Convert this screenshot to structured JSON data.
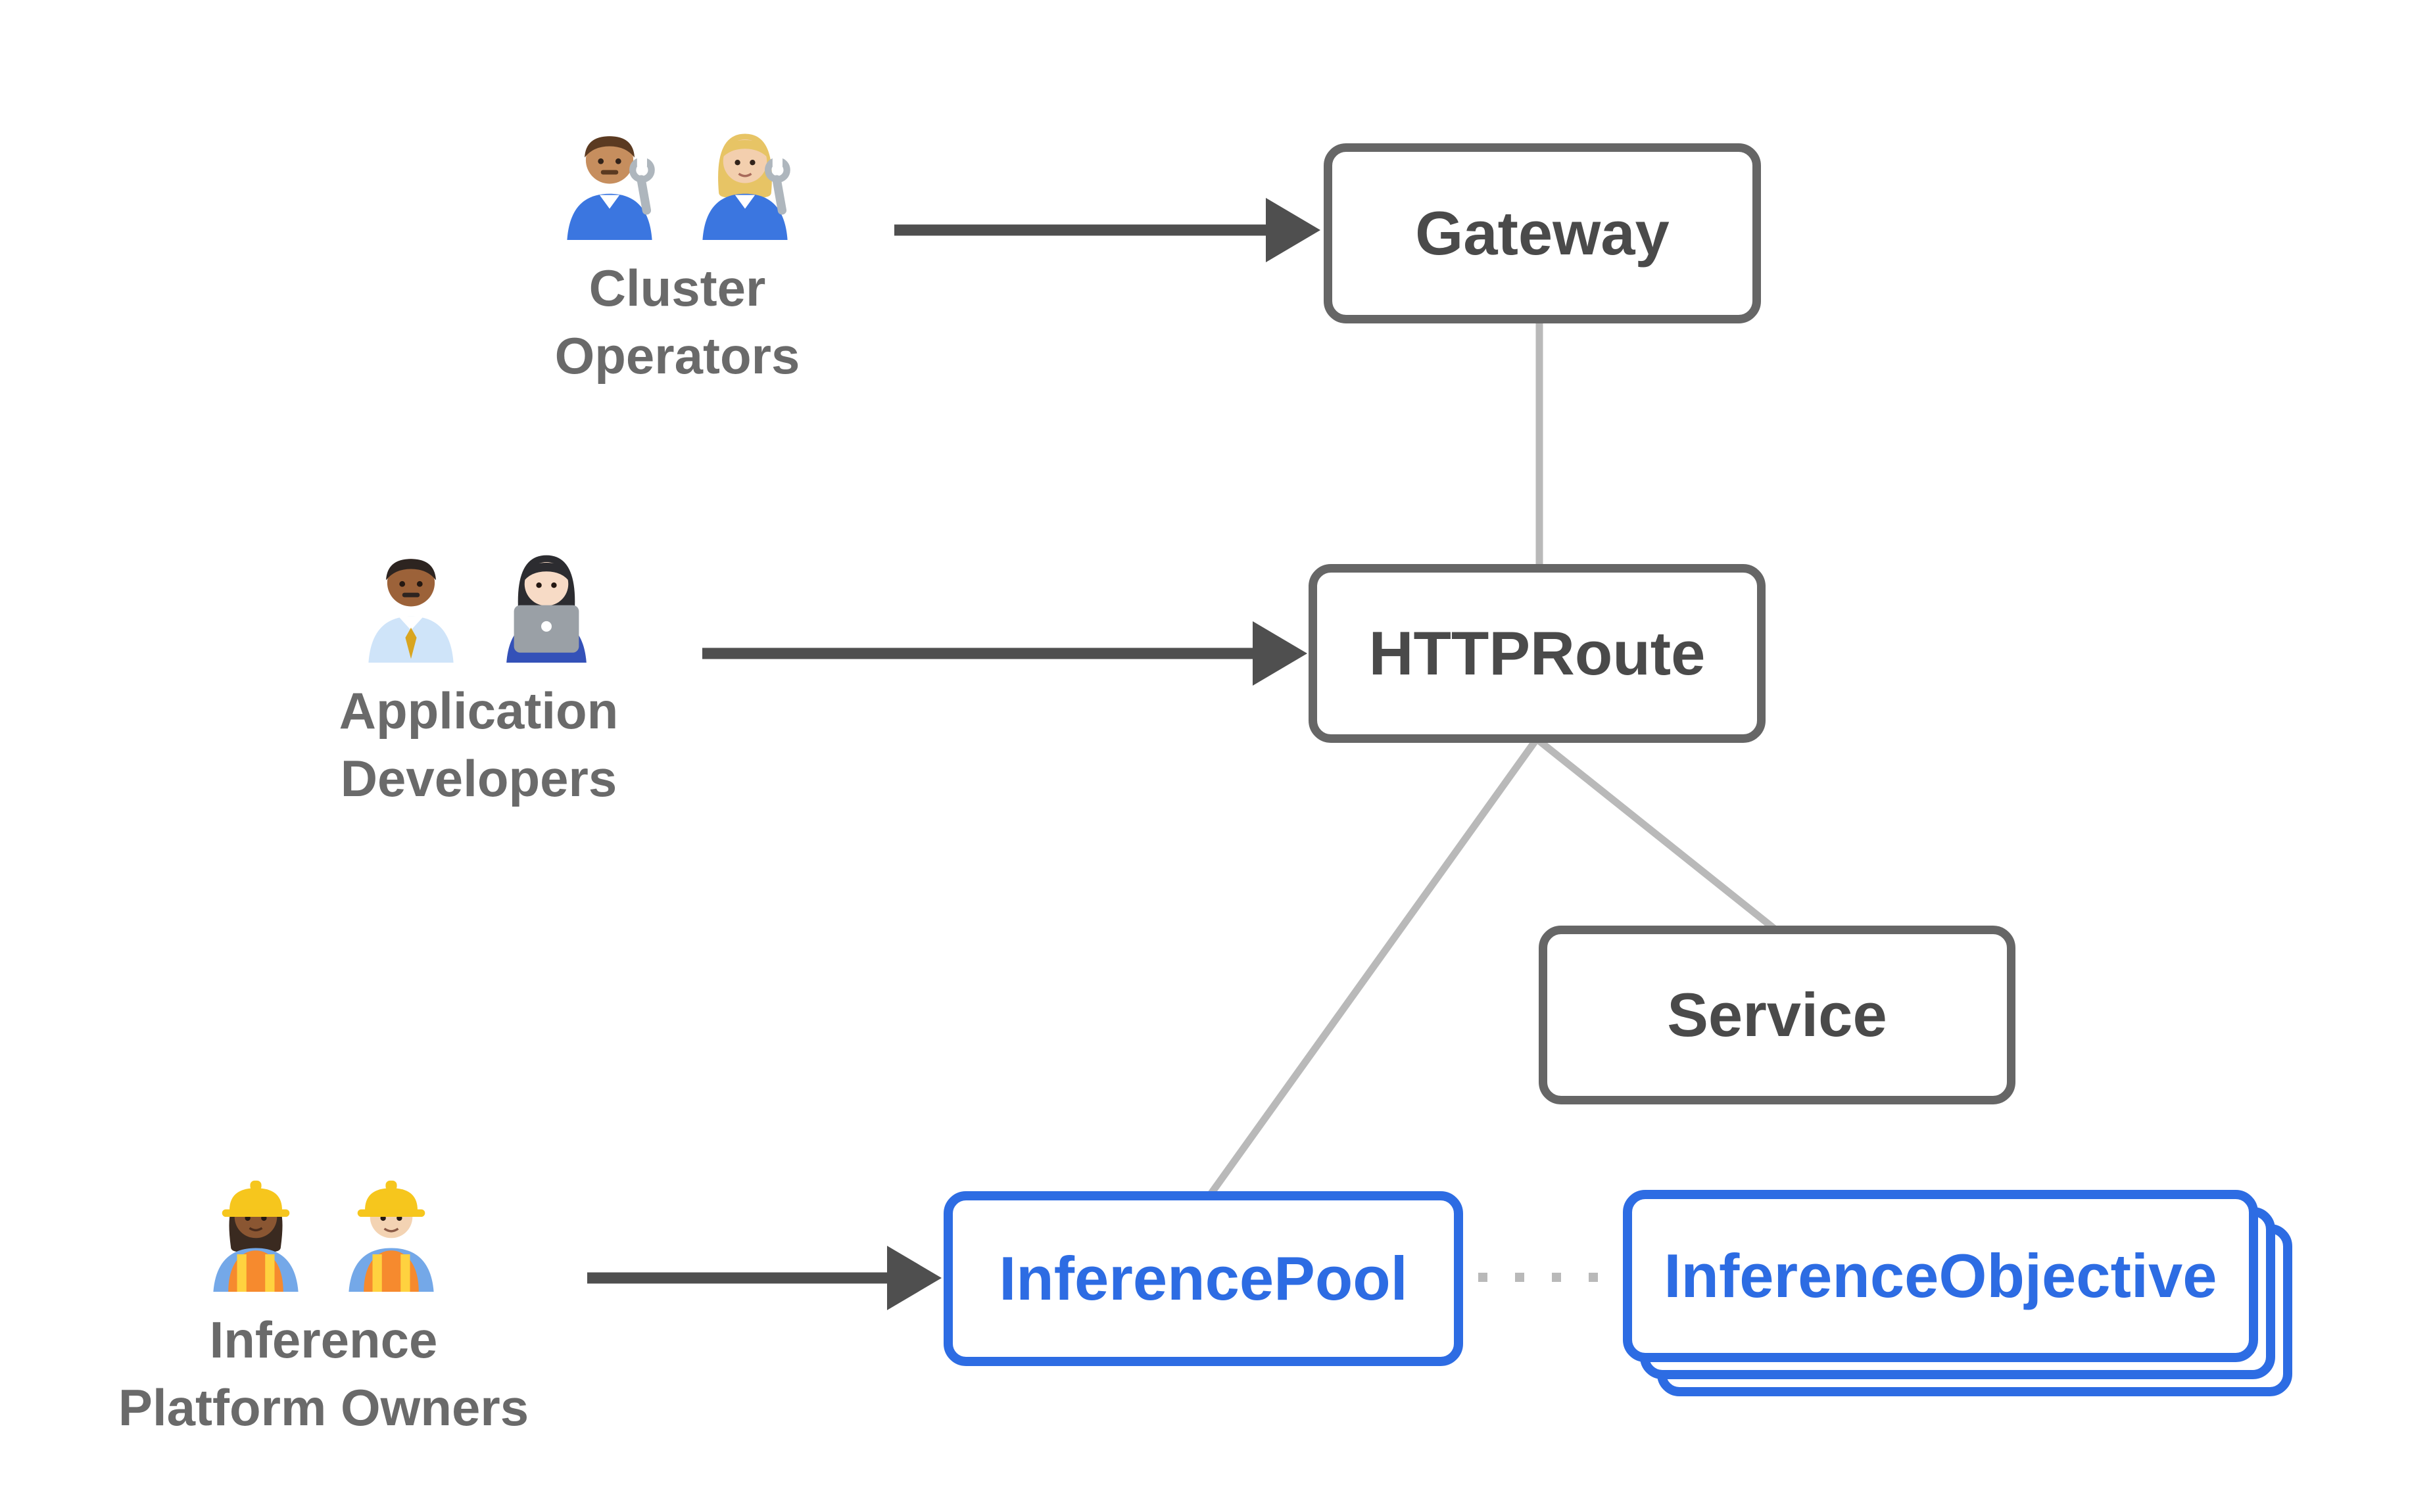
{
  "diagram": {
    "background": "#ffffff",
    "colors": {
      "box_border_gray": "#666666",
      "box_text_gray": "#4a4a4a",
      "label_gray": "#6a6a6a",
      "connector_gray": "#b9b9b9",
      "arrow_gray": "#4f4f4f",
      "accent_blue": "#2d6ce3"
    },
    "actors": [
      {
        "id": "cluster-operators",
        "line1": "Cluster",
        "line2": "Operators",
        "emojis": [
          "man-mechanic",
          "woman-mechanic"
        ]
      },
      {
        "id": "application-developers",
        "line1": "Application",
        "line2": "Developers",
        "emojis": [
          "man-office-worker",
          "woman-technologist"
        ]
      },
      {
        "id": "inference-platform-owners",
        "line1": "Inference",
        "line2": "Platform Owners",
        "emojis": [
          "woman-construction-worker",
          "man-construction-worker"
        ]
      }
    ],
    "nodes": [
      {
        "id": "gateway",
        "label": "Gateway",
        "style": "gray"
      },
      {
        "id": "httproute",
        "label": "HTTPRoute",
        "style": "gray"
      },
      {
        "id": "service",
        "label": "Service",
        "style": "gray"
      },
      {
        "id": "inferencepool",
        "label": "InferencePool",
        "style": "blue"
      },
      {
        "id": "inferenceobjective",
        "label": "InferenceObjective",
        "style": "blue",
        "stacked": true
      }
    ]
  }
}
